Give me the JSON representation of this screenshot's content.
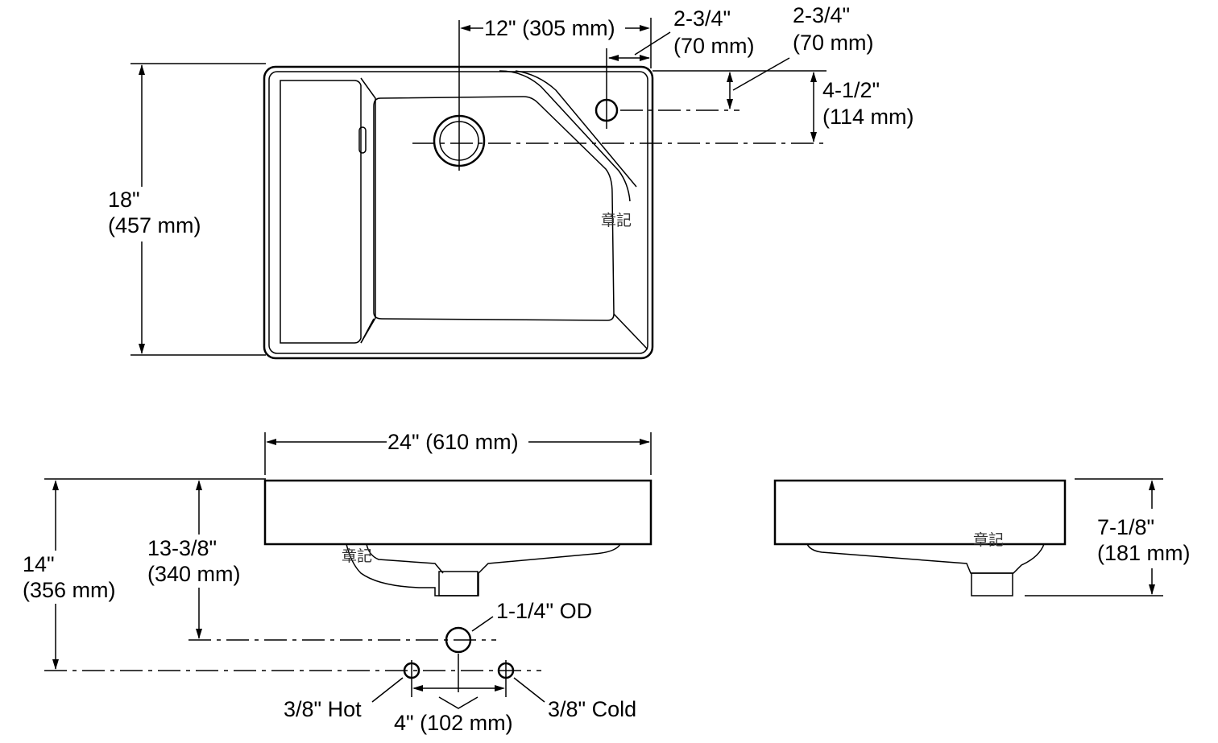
{
  "top_view": {
    "dim_12": "12\" (305 mm)",
    "dim_2_34_left_a": "2-3/4\"",
    "dim_2_34_left_b": "(70 mm)",
    "dim_2_34_right_a": "2-3/4\"",
    "dim_2_34_right_b": "(70 mm)",
    "dim_4_12_a": "4-1/2\"",
    "dim_4_12_b": "(114 mm)",
    "dim_18_a": "18\"",
    "dim_18_b": "(457 mm)",
    "watermark": "章記"
  },
  "front_view": {
    "dim_24": "24\" (610 mm)",
    "dim_14_a": "14\"",
    "dim_14_b": "(356 mm)",
    "dim_13_38_a": "13-3/8\"",
    "dim_13_38_b": "(340 mm)",
    "drain_od": "1-1/4\" OD",
    "hot": "3/8\" Hot",
    "cold": "3/8\" Cold",
    "dim_4": "4\" (102 mm)",
    "watermark": "章記"
  },
  "side_view": {
    "dim_7_18_a": "7-1/8\"",
    "dim_7_18_b": "(181 mm)",
    "watermark": "章記"
  }
}
